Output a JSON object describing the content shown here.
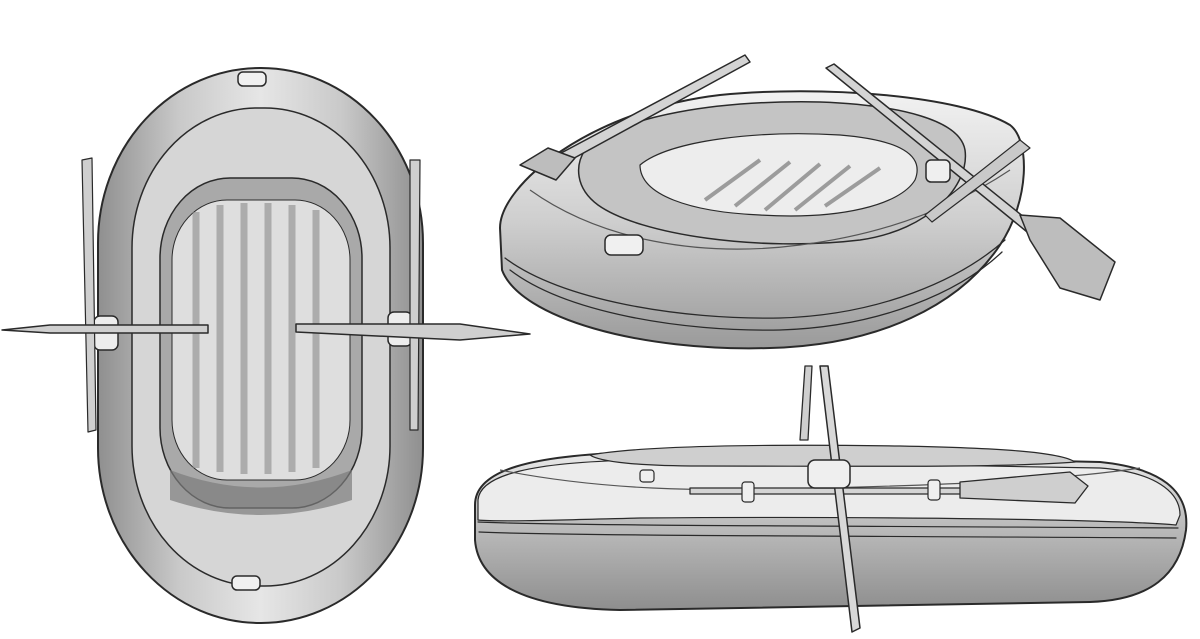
{
  "views": [
    {
      "id": "top",
      "subject": "inflatable-rowboat-top-view"
    },
    {
      "id": "three-quarter",
      "subject": "inflatable-rowboat-three-quarter-view"
    },
    {
      "id": "side",
      "subject": "inflatable-rowboat-side-view"
    }
  ],
  "colors": {
    "background": "#ffffff",
    "ink": "#2a2a2a",
    "tube_dark": "#8a8a8a",
    "tube_mid": "#b9b9b9",
    "tube_light": "#dcdcdc",
    "highlight": "#f4f4f4",
    "floor_dark": "#9a9a9a",
    "floor_light": "#e8e8e8"
  }
}
